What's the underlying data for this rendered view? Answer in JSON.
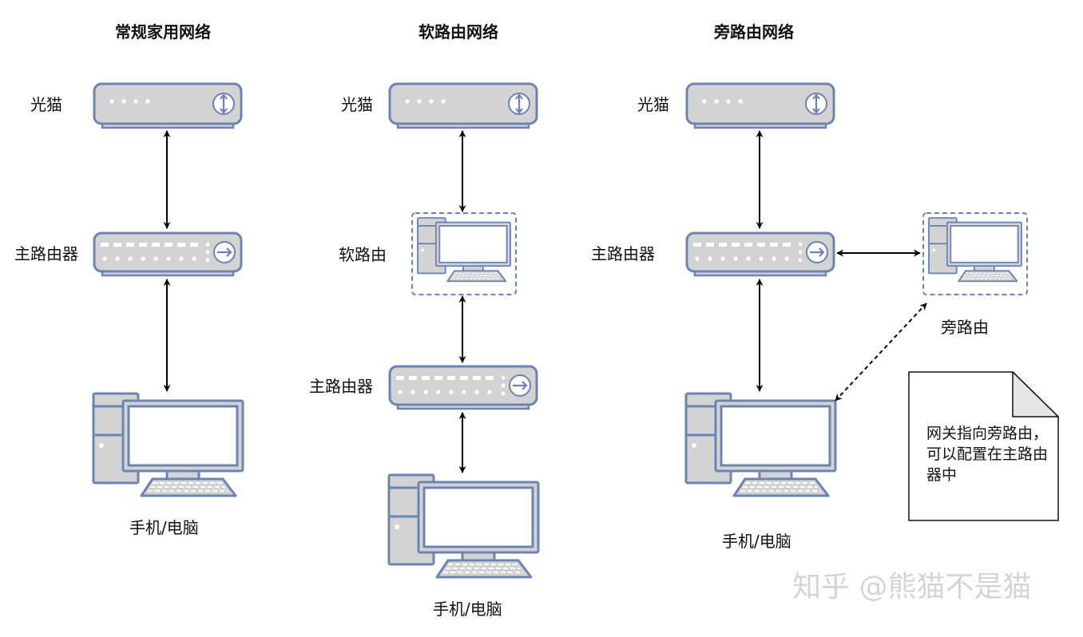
{
  "columns": [
    {
      "title": "常规家用网络",
      "modem_label": "光猫",
      "router_label": "主路由器",
      "client_label": "手机/电脑"
    },
    {
      "title": "软路由网络",
      "modem_label": "光猫",
      "soft_router_label": "软路由",
      "router_label": "主路由器",
      "client_label": "手机/电脑"
    },
    {
      "title": "旁路由网络",
      "modem_label": "光猫",
      "router_label": "主路由器",
      "bypass_label": "旁路由",
      "client_label": "手机/电脑",
      "note": "网关指向旁路由，可以配置在主路由器中"
    }
  ],
  "watermark": "知乎 @熊猫不是猫",
  "colors": {
    "device_fill": "#d3d3d3",
    "device_stroke": "#6c84b3",
    "screen_fill": "#ffffff",
    "arrow": "#000000",
    "dashed_box": "#6c84b3",
    "note_fill": "#ffffff",
    "note_fold": "#e6e6e6"
  }
}
